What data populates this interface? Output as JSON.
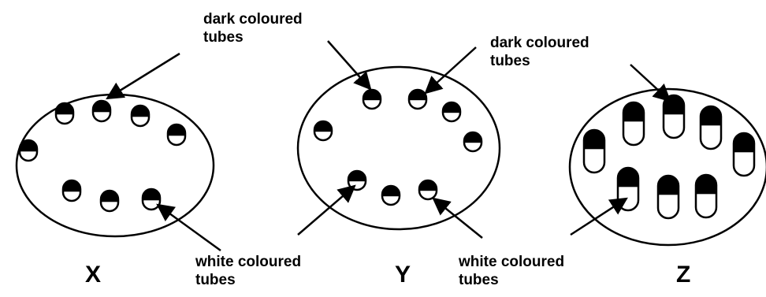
{
  "labels": {
    "dark_1": [
      "dark coloured",
      "tubes"
    ],
    "dark_2": [
      "dark coloured",
      "tubes"
    ],
    "white_1": [
      "white coloured",
      "tubes"
    ],
    "white_2": [
      "white coloured",
      "tubes"
    ]
  },
  "letters": [
    "X",
    "Y",
    "Z"
  ],
  "colors": {
    "dark": "#000000",
    "white": "#ffffff",
    "outline": "#000000"
  }
}
